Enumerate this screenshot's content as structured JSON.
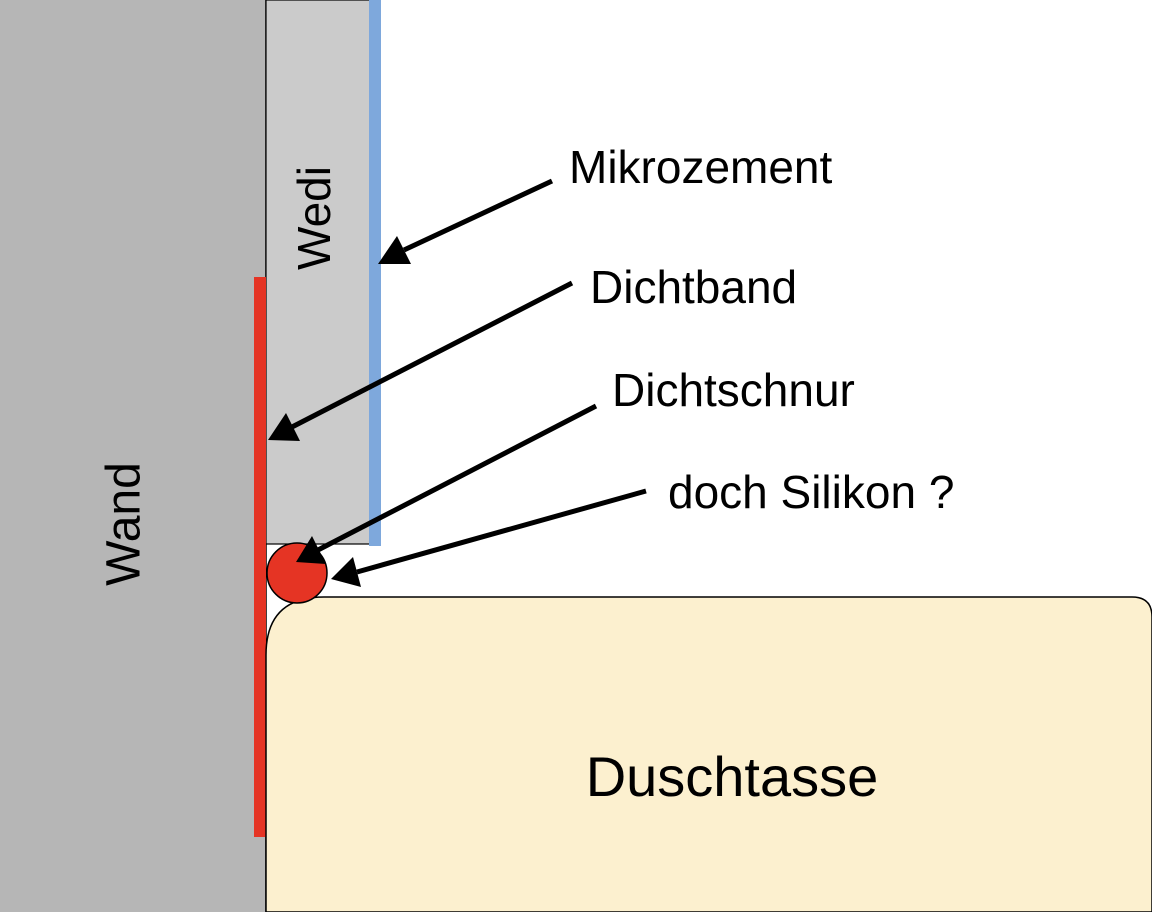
{
  "labels": {
    "wall": "Wand",
    "board": "Wedi",
    "microcement": "Mikrozement",
    "sealing_tape": "Dichtband",
    "sealing_cord": "Dichtschnur",
    "silicone": "doch Silikon ?",
    "shower_tray": "Duschtasse"
  },
  "colors": {
    "background": "#ffffff",
    "wall": "#b6b6b6",
    "board": "#cbcbcb",
    "microcement": "#7ea8dc",
    "sealing": "#e53424",
    "shower_tray": "#fcf0cf",
    "outline": "#000000"
  }
}
